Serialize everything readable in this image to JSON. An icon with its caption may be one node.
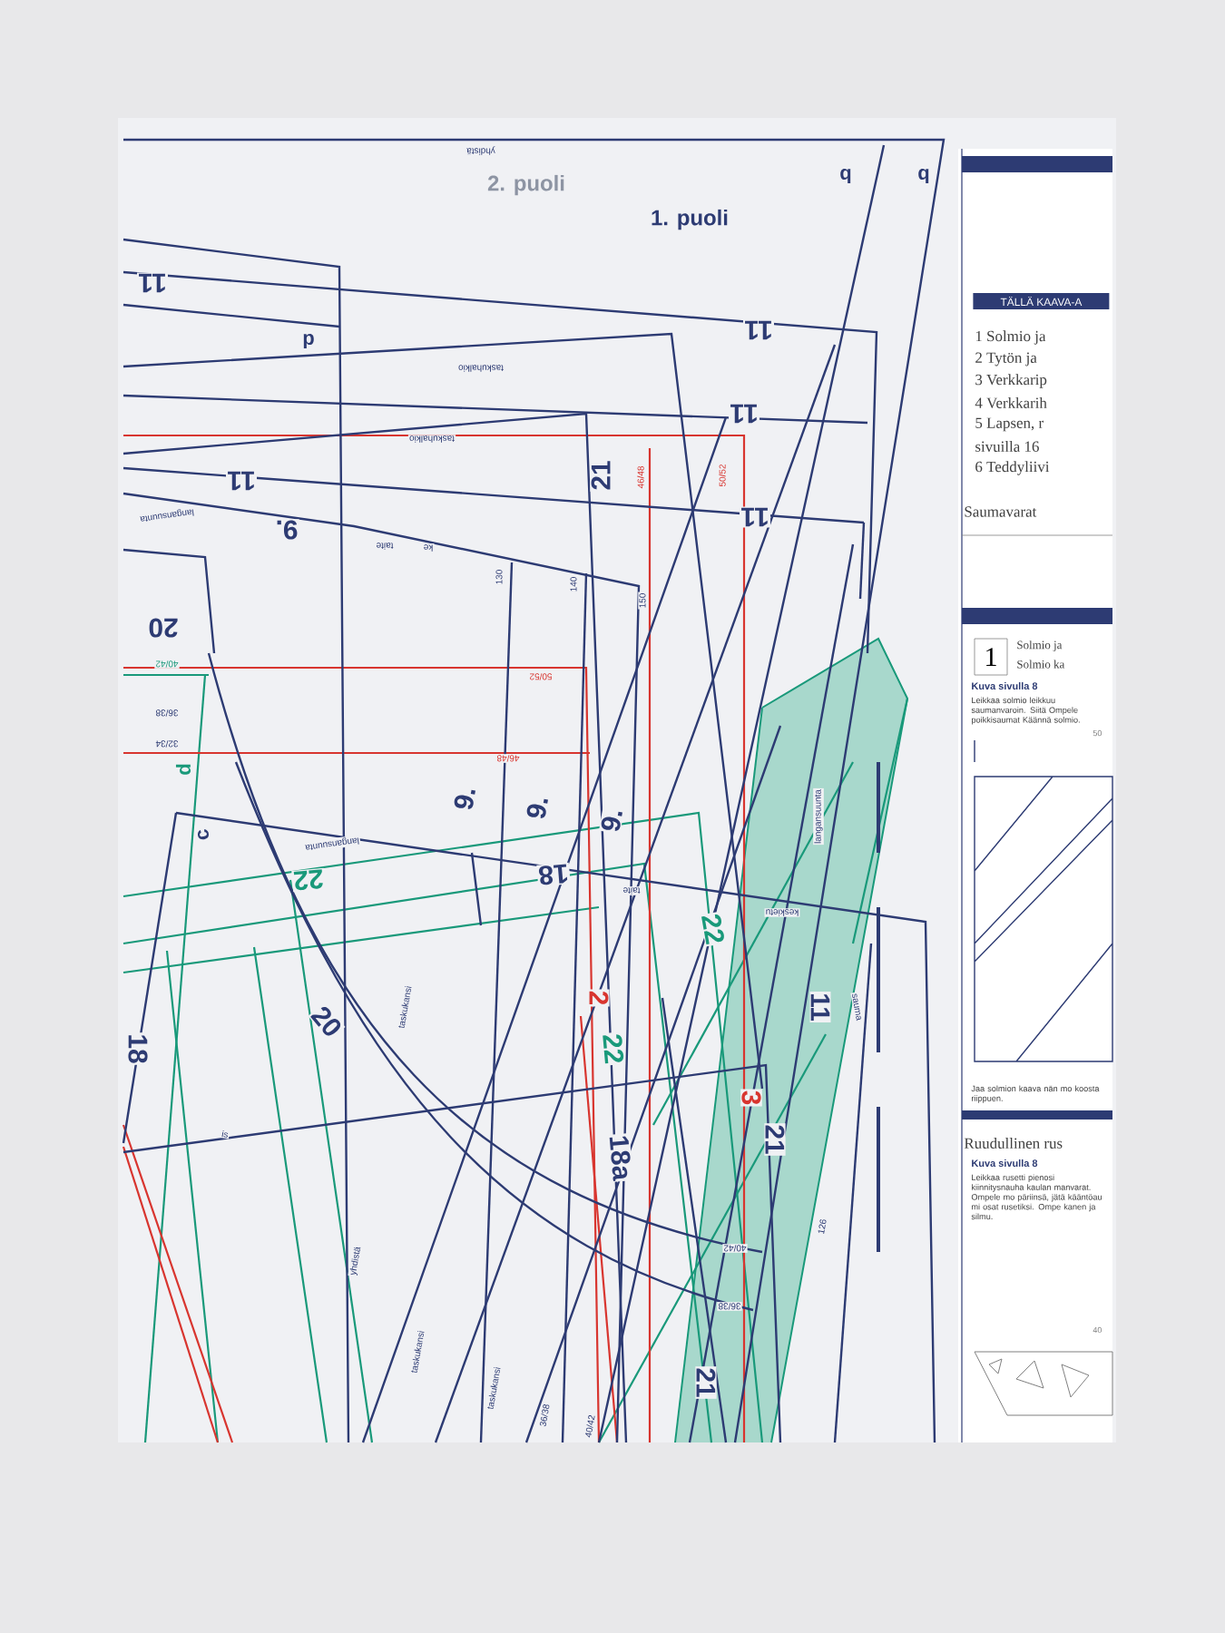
{
  "diagram": {
    "labels": [
      "yhdistä",
      "b",
      "b",
      "2. puoli",
      "1. puoli",
      "11",
      "d",
      "taskuhalkio",
      "11",
      "11",
      "taskuhalkio",
      "21",
      "46/48",
      "50/52",
      "11",
      "11",
      "langansuunta",
      "9.",
      "ke",
      "taite",
      "130",
      "140",
      "150",
      "20",
      "40/42",
      "50/52",
      "36/38",
      "32/34",
      "d",
      "46/48",
      "9.",
      "9.",
      "9.",
      "c",
      "langansuunta",
      "22",
      "18",
      "taite",
      "langansuunta",
      "keskietu",
      "22",
      "20",
      "taskukansi",
      "2",
      "22",
      "11",
      "sauma",
      "18",
      "3",
      "is",
      "18a",
      "21",
      "126",
      "40/42",
      "36/38",
      "yhdistä",
      "taskukansi",
      "taskukansi",
      "36/38",
      "40/42",
      "21",
      "TÄLLÄ KAAVA-A",
      "1 Solmio ja",
      "2 Tytön ja",
      "3 Verkkarip",
      "4 Verkkarih",
      "5 Lapsen, r",
      "sivuilla 16",
      "6 Teddyliivi",
      "Saumavarat",
      "1",
      "Solmio ja",
      "Solmio ka",
      "Kuva sivulla 8",
      "Leikkaa solmio leikkuu saumanvaroin. Siitä Ompele poikkisaumat Käännä solmio.",
      "50",
      "Jaa solmion kaava nän mo koosta riippuen.",
      "Ruudullinen rus",
      "Kuva sivulla 8",
      "Leikkaa rusetti pienosi kiinnitysnauha kaulan manvarat. Ompele mo päriinsä, jätä kääntöau mi osat rusetiksi. Ompe kanen ja silmu.",
      "40"
    ]
  }
}
